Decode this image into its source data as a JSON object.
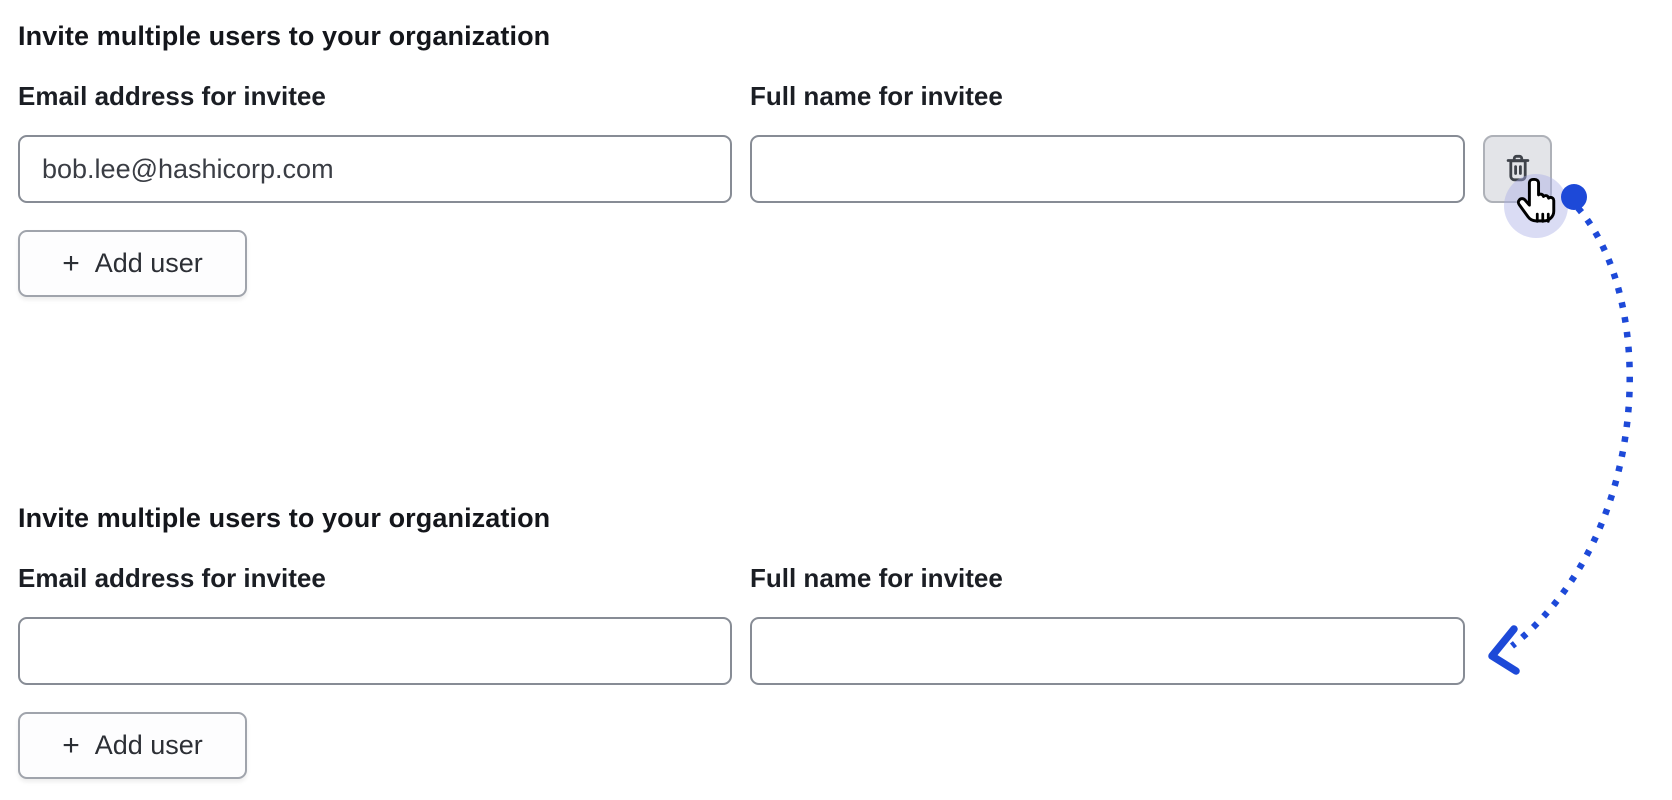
{
  "page_title": "Invite multiple users form - before and after removing a user row",
  "accent_blue": "#1d49d8",
  "icons": {
    "trash": "trash-icon",
    "cursor": "pointer-hand-icon",
    "plus_glyph": "+"
  },
  "sections": [
    {
      "heading": "Invite multiple users to your organization",
      "email_label": "Email address for invitee",
      "name_label": "Full name for invitee",
      "email_value": "bob.lee@hashicorp.com",
      "name_value": "",
      "add_user_label": "Add user"
    },
    {
      "heading": "Invite multiple users to your organization",
      "email_label": "Email address for invitee",
      "name_label": "Full name for invitee",
      "email_value": "",
      "name_value": "",
      "add_user_label": "Add user"
    }
  ]
}
